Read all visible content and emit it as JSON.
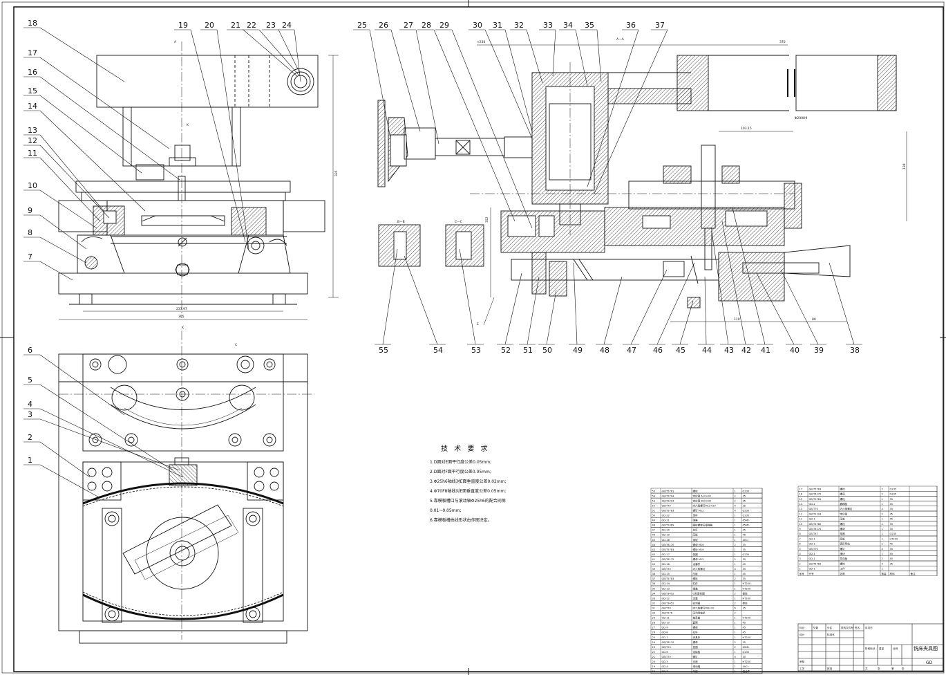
{
  "drawing": {
    "callouts_left": [
      "18",
      "17",
      "16",
      "15",
      "14",
      "13",
      "12",
      "11",
      "10",
      "9",
      "8",
      "7",
      "6",
      "5",
      "4",
      "3",
      "2",
      "1"
    ],
    "callouts_top_left": [
      "19",
      "20",
      "21",
      "22",
      "23",
      "24"
    ],
    "callouts_top_right": [
      "25",
      "26",
      "27",
      "28",
      "29",
      "30",
      "31",
      "32",
      "33",
      "34",
      "35",
      "36",
      "37"
    ],
    "callouts_bottom_right": [
      "55",
      "54",
      "53",
      "52",
      "51",
      "50",
      "49",
      "48",
      "47",
      "46",
      "45",
      "44",
      "43",
      "42",
      "41",
      "40",
      "39",
      "38"
    ],
    "section_labels": {
      "aa_mark": "A",
      "k_mark": "K",
      "section_view": "A—A",
      "bb": "B—B",
      "cc": "C—C",
      "c_mark": "C",
      "e_mark": "E"
    },
    "dimensions": {
      "front_width": "305",
      "front_inner": "237.97",
      "front_height": "335",
      "right_top": "≈230",
      "right_top2": "370",
      "cyl_dia": "Φ200H9",
      "right_len": "103.15",
      "right_h": "138",
      "right_bottom1": "110",
      "right_bottom2": "80",
      "vertical_mid": "352"
    }
  },
  "tech_requirements": {
    "title": "技 术 要 求",
    "items": [
      "1.D面对E面平行度公差0.05mm;",
      "2.D面对F面平行度公差0.05mm;",
      "3.Φ25h6轴线对E面垂直度公差0.02mm;",
      "4.Φ70F8轴线对E面垂直度公差0.05mm;",
      "5.靠模板槽口与滚动轴Φ25h6的配合间隙",
      "  0.01~0.05mm;",
      "6.靠模板槽曲线形状由作图决定。"
    ]
  },
  "bom": {
    "left_rows": [
      [
        "55",
        "GB/T5781",
        "螺栓",
        "1",
        "Q235"
      ],
      [
        "54",
        "GB/T2204",
        "定位销 A10×32",
        "2",
        "35"
      ],
      [
        "53",
        "GB/T2204",
        "定位销 B10×30",
        "2",
        "35"
      ],
      [
        "52",
        "GB/T70",
        "内六角螺钉M12×20",
        "4",
        "35"
      ],
      [
        "51",
        "GB/T5783",
        "螺钉 M12",
        "4",
        "Q235"
      ],
      [
        "50",
        "GD-22",
        "顶杆",
        "1",
        "Q235"
      ],
      [
        "49",
        "GD-21",
        "弹簧",
        "1",
        "65Mn"
      ],
      [
        "48",
        "GB/T2089",
        "圆柱螺旋压缩弹簧",
        "1",
        "65Mn"
      ],
      [
        "47",
        "GD-20",
        "拉杆",
        "1",
        "45"
      ],
      [
        "46",
        "GD-19",
        "压板",
        "1",
        "45"
      ],
      [
        "45",
        "GD-18",
        "滚轮",
        "1",
        "40Cr"
      ],
      [
        "44",
        "GB/T6170",
        "螺母 M16",
        "2",
        "35"
      ],
      [
        "43",
        "GB/T5783",
        "螺栓 M16",
        "1",
        "35"
      ],
      [
        "42",
        "GD-17",
        "垫圈",
        "1",
        "Q235"
      ],
      [
        "41",
        "GB/T6172",
        "螺母 M12",
        "2",
        "35"
      ],
      [
        "40",
        "GD-16",
        "活塞杆",
        "1",
        "45"
      ],
      [
        "39",
        "GB/T70",
        "内六角螺钉",
        "4",
        "35"
      ],
      [
        "38",
        "GD-15",
        "压板",
        "1",
        "45"
      ],
      [
        "37",
        "GB/T5783",
        "螺栓",
        "2",
        "35"
      ],
      [
        "36",
        "GD-14",
        "缸体",
        "1",
        "HT200"
      ],
      [
        "35",
        "GD-13",
        "端盖",
        "1",
        "HT200"
      ],
      [
        "34",
        "GB/T3452",
        "O形密封圈",
        "2",
        "橡胶"
      ],
      [
        "33",
        "GD-12",
        "活塞",
        "1",
        "HT200"
      ],
      [
        "32",
        "GB/T3452",
        "密封圈",
        "2",
        "橡胶"
      ],
      [
        "31",
        "GB/T70",
        "内六角螺钉M8×20",
        "6",
        "35"
      ],
      [
        "30",
        "GB/T276",
        "深沟球轴承",
        "2",
        ""
      ],
      [
        "29",
        "GD-11",
        "轴承盖",
        "1",
        "HT200"
      ],
      [
        "28",
        "GD-10",
        "套筒",
        "1",
        "45"
      ],
      [
        "27",
        "GD-9",
        "螺母",
        "1",
        "45"
      ],
      [
        "26",
        "GD-8",
        "拉杆",
        "1",
        "45"
      ],
      [
        "25",
        "GD-7",
        "夹具体",
        "1",
        "HT200"
      ],
      [
        "24",
        "GB/T6170",
        "螺母",
        "2",
        "35"
      ],
      [
        "23",
        "GB/T93",
        "垫圈",
        "2",
        "65Mn"
      ],
      [
        "22",
        "GD-6",
        "连接板",
        "1",
        "Q235"
      ],
      [
        "21",
        "GB/T70",
        "螺钉",
        "4",
        "35"
      ],
      [
        "20",
        "GD-5",
        "支座",
        "1",
        "HT200"
      ],
      [
        "19",
        "GD-4",
        "滚动轴",
        "1",
        "40Cr"
      ],
      [
        "18",
        "GD-3",
        "气缸",
        "1",
        "组合件"
      ]
    ],
    "right_rows": [
      [
        "17",
        "GB/T5783",
        "螺栓",
        "2",
        "Q235"
      ],
      [
        "16",
        "GB/T6170",
        "螺母",
        "2",
        "Q235"
      ],
      [
        "15",
        "GB/T5781",
        "螺栓",
        "1",
        "35"
      ],
      [
        "14",
        "GD-2",
        "靠模板",
        "1",
        "45"
      ],
      [
        "13",
        "GB/T70",
        "内六角螺钉",
        "4",
        "35"
      ],
      [
        "12",
        "GB/T2204",
        "定位销",
        "2",
        "35"
      ],
      [
        "11",
        "GD-1",
        "压板",
        "1",
        "45"
      ],
      [
        "10",
        "GB/T5780",
        "螺栓",
        "1",
        "35"
      ],
      [
        "9",
        "GB/T6170",
        "螺母",
        "1",
        "35"
      ],
      [
        "8",
        "GB/T97",
        "垫圈",
        "1",
        "Q235"
      ],
      [
        "7",
        "GD-1",
        "底板",
        "1",
        "HT200"
      ],
      [
        "6",
        "GD-1",
        "弧形导轨",
        "1",
        "45"
      ],
      [
        "5",
        "GB/T70",
        "螺钉",
        "4",
        "35"
      ],
      [
        "4",
        "GD-1",
        "滑块",
        "1",
        "45"
      ],
      [
        "3",
        "GD-1",
        "导向板",
        "2",
        "45"
      ],
      [
        "2",
        "GB/T5783",
        "螺栓",
        "4",
        "35"
      ],
      [
        "1",
        "GD-1",
        "工件",
        "1",
        ""
      ]
    ],
    "header": [
      "序号",
      "代号",
      "名称",
      "数量",
      "材料",
      "备注"
    ]
  },
  "title_block": {
    "drawing_title": "铣床夹具图",
    "drawing_code": "GD",
    "labels": [
      "标记",
      "处数",
      "分区",
      "更改文件号",
      "签名",
      "年月日",
      "设计",
      "标准化",
      "阶段标记",
      "重量",
      "比例",
      "审核",
      "工艺",
      "批准",
      "共",
      "张",
      "第",
      "张"
    ]
  },
  "colors": {
    "ink": "#111111",
    "hatch": "#222222"
  }
}
